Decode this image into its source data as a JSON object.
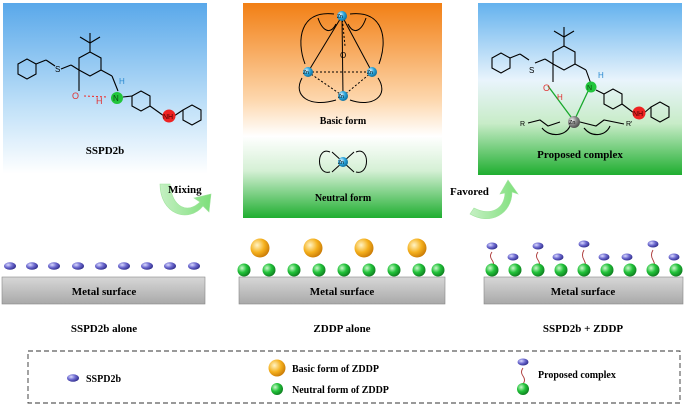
{
  "panels": {
    "left": {
      "title": "SSPD2b"
    },
    "middle": {
      "basic_title": "Basic form",
      "neutral_title": "Neutral form"
    },
    "right": {
      "title": "Proposed complex"
    }
  },
  "arrows": {
    "mixing": "Mixing",
    "favored": "Favored"
  },
  "atoms": {
    "H": "H",
    "N": "N",
    "O": "O",
    "S": "S",
    "Zn": "Zn",
    "NH": "NH",
    "R": "R",
    "R_prime": "R'"
  },
  "surfaces": [
    {
      "label": "Metal surface",
      "caption": "SSPD2b alone"
    },
    {
      "label": "Metal surface",
      "caption": "ZDDP alone"
    },
    {
      "label": "Metal surface",
      "caption": "SSPD2b + ZDDP"
    }
  ],
  "legend": {
    "sspd2b": "SSPD2b",
    "basic_zddp": "Basic form of ZDDP",
    "neutral_zddp": "Neutral form of ZDDP",
    "complex": "Proposed complex"
  },
  "colors": {
    "sky_top": "#5fb0ec",
    "orange": "#f4841a",
    "green": "#2fb23a",
    "sspd2b_molecule": "#6a67c8",
    "basic_zddp": "#f5b11e",
    "neutral_zddp": "#27c63a",
    "nitrogen": "#21c53b",
    "oxygen_h": "#ee2222",
    "zinc": "#2aa5dc",
    "metal": "#bfbfbf"
  }
}
